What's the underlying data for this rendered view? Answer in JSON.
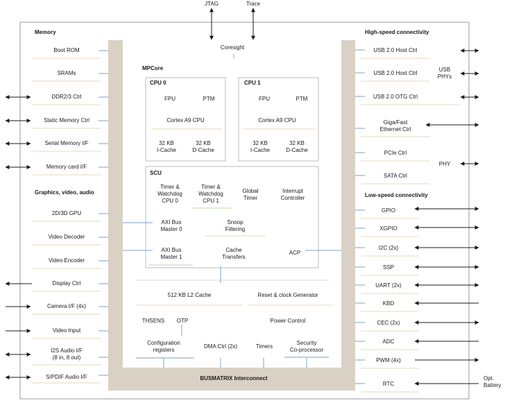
{
  "top": {
    "jtag": "JTAG",
    "trace": "Trace"
  },
  "memory": {
    "heading": "Memory",
    "items": [
      "Boot ROM",
      "SRAMs",
      "DDR2/3 Ctrl",
      "Static Memory Ctrl",
      "Serial Memory I/F",
      "Memory card I/F"
    ]
  },
  "graphics": {
    "heading": "Graphics, video, audio",
    "items": [
      "2D/3D GPU",
      "Video Decoder",
      "Video Encoder",
      "Display Ctrl",
      "Camera I/F (4x)",
      "Video Input",
      "I2S Audio I/F",
      "(8 in, 8 out)",
      "S/PDIF Audio I/F"
    ]
  },
  "highspeed": {
    "heading": "High-speed connectivity",
    "items": [
      "USB 2.0 Host Ctrl",
      "USB 2.0 Host Ctrl",
      "USB 2.0 OTG Ctrl",
      "Giga/Fast",
      "Ethernet Ctrl",
      "PCIe Ctrl",
      "SATA Ctrl"
    ],
    "usb_phys": [
      "USB",
      "PHYs"
    ],
    "phy": "PHY"
  },
  "lowspeed": {
    "heading": "Low-speed connectivity",
    "items": [
      "GPIO",
      "XGPIO",
      "I2C (2x)",
      "SSP",
      "UART  (2x)",
      "KBD",
      "CEC (2x)",
      "ADC",
      "PWM (4x)",
      "RTC"
    ],
    "opt_battery": [
      "Opt.",
      "Battery"
    ]
  },
  "core": {
    "coresight": "Coresight",
    "mpcore": "MPCore",
    "cpu0": {
      "title": "CPU 0",
      "fpu": "FPU",
      "ptm": "PTM",
      "cortex": "Cortex A9 CPU",
      "icache": [
        "32 KB",
        "I-Cache"
      ],
      "dcache": [
        "32 KB",
        "D-Cache"
      ]
    },
    "cpu1": {
      "title": "CPU 1",
      "fpu": "FPU",
      "ptm": "PTM",
      "cortex": "Cortex A9 CPU",
      "icache": [
        "32 KB",
        "I-Cache"
      ],
      "dcache": [
        "32 KB",
        "D-Cache"
      ]
    },
    "scu": {
      "title": "SCU",
      "timer0": [
        "Timer &",
        "Watchdog",
        "CPU 0"
      ],
      "timer1": [
        "Timer &",
        "Watchdog",
        "CPU 1"
      ],
      "global_timer": [
        "Global",
        "Timer"
      ],
      "interrupt": [
        "Interrupt",
        "Controller"
      ],
      "axi0": [
        "AXI Bus",
        "Master 0"
      ],
      "snoop": [
        "Snoop",
        "Filtering"
      ],
      "axi1": [
        "AXI Bus",
        "Master 1"
      ],
      "cache_transfers": [
        "Cache",
        "Transfers"
      ],
      "acp": "ACP"
    },
    "l2": "512 KB L2 Cache",
    "reset_clock": "Reset & clock Generator",
    "thsens": "THSENS",
    "otp": "OTP",
    "power": "Power Control",
    "config": [
      "Configuration",
      "registers"
    ],
    "dma": "DMA Ctrl (2x)",
    "timers": "Timers",
    "security": [
      "Security",
      "Co-processor"
    ],
    "busmatrix": "BUSMATRIX Interconnect"
  },
  "colors": {
    "line": "#999999",
    "accent": "#7f9fc4",
    "underline_tan": "#e8d9b8",
    "underline_green": "#c2d8a8",
    "bus": "#d9d1c3",
    "ink": "#1a1a1a"
  }
}
